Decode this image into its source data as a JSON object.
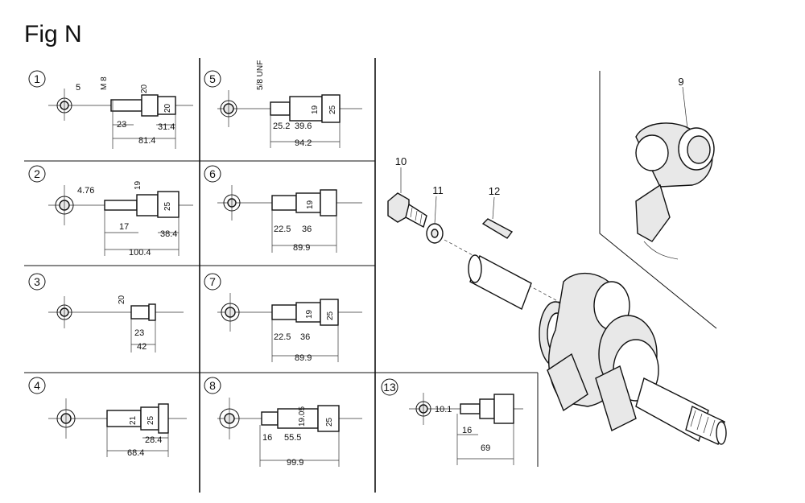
{
  "figure": {
    "title": "Fig N"
  },
  "callouts": {
    "c1": "1",
    "c2": "2",
    "c3": "3",
    "c4": "4",
    "c5": "5",
    "c6": "6",
    "c7": "7",
    "c8": "8",
    "c13": "13"
  },
  "dims": {
    "p1": {
      "a": "5",
      "b": "M 8",
      "c": "20",
      "d": "23",
      "e": "20",
      "f": "31.4",
      "g": "81.4"
    },
    "p2": {
      "a": "4.76",
      "b": "19",
      "c": "25",
      "d": "17",
      "e": "38.4",
      "f": "100.4"
    },
    "p3": {
      "a": "20",
      "b": "23",
      "c": "42"
    },
    "p4": {
      "a": "21",
      "b": "25",
      "c": "28.4",
      "d": "68.4"
    },
    "p5": {
      "a": "5/8 UNF",
      "b": "19",
      "c": "25",
      "d": "25.2",
      "e": "39.6",
      "f": "94.2"
    },
    "p6": {
      "a": "19",
      "b": "22.5",
      "c": "36",
      "d": "89.9"
    },
    "p7": {
      "a": "19",
      "b": "25",
      "c": "22.5",
      "d": "36",
      "e": "89.9"
    },
    "p8": {
      "a": "19.05",
      "b": "25",
      "c": "16",
      "d": "55.5",
      "e": "99.9"
    },
    "p13": {
      "a": "10.1",
      "b": "16",
      "c": "69"
    }
  },
  "leaders": {
    "l9": "9",
    "l10": "10",
    "l11": "11",
    "l12": "12"
  }
}
